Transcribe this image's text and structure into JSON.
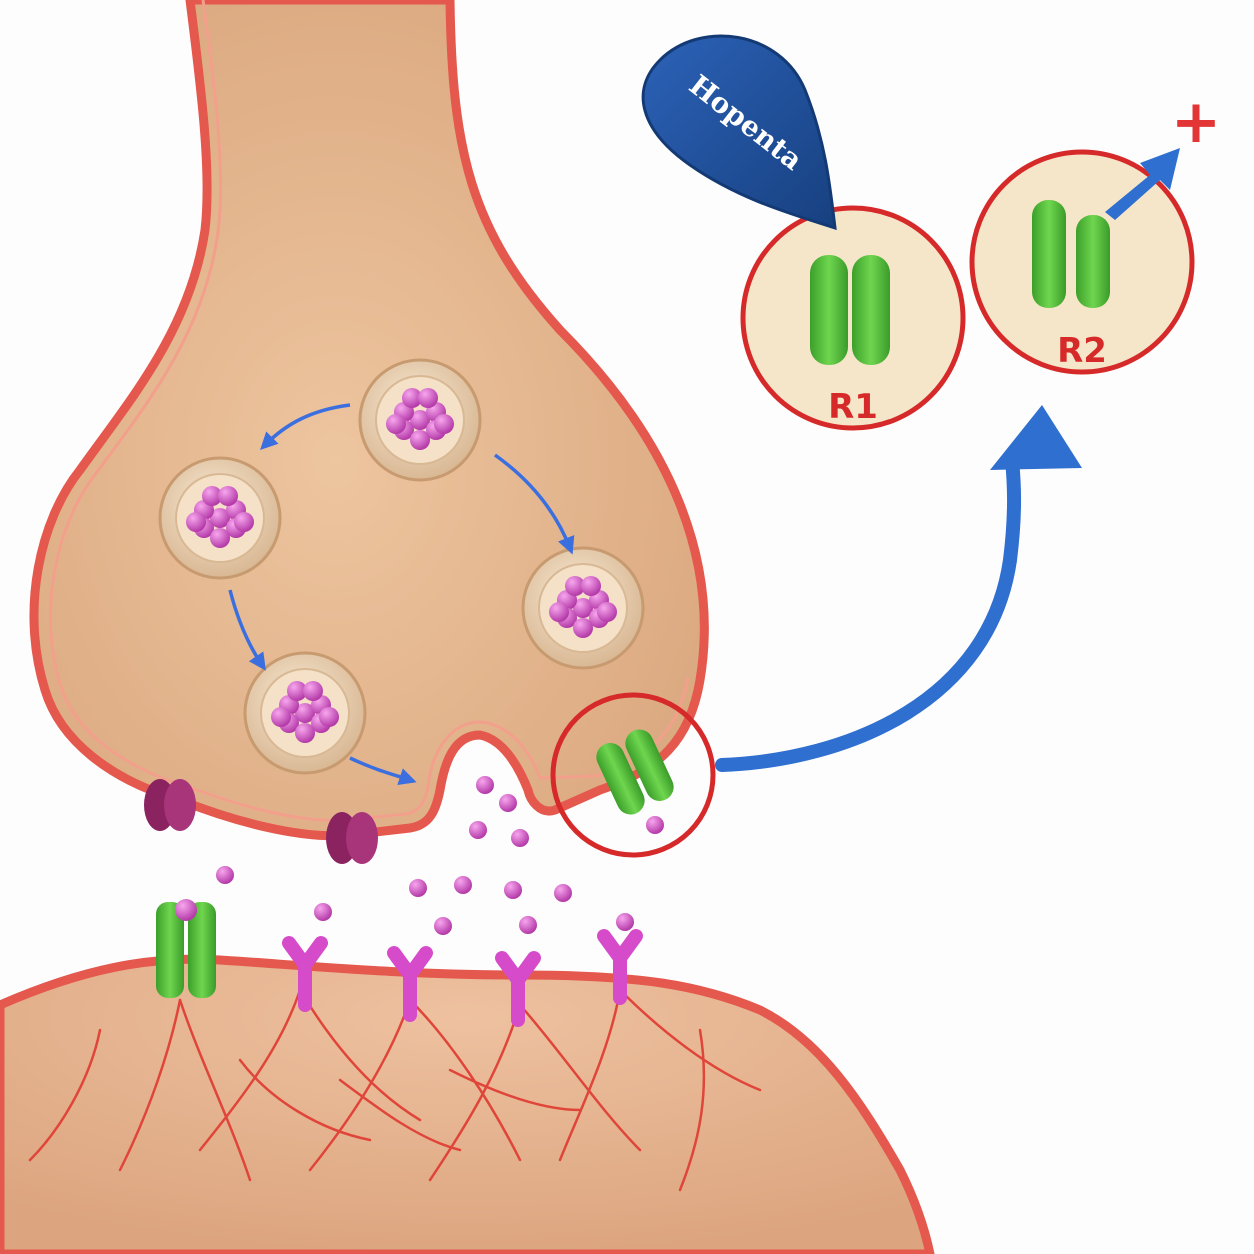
{
  "brand_label": "Hopenta",
  "receptor_labels": {
    "r1": "R1",
    "r2": "R2"
  },
  "plus_symbol": "+",
  "icons": [
    "vesicle",
    "calcium-channel",
    "autoreceptor",
    "postsynaptic-receptor",
    "ion-channel-receptor",
    "neurotransmitter-molecule",
    "brand-drop",
    "plus-icon",
    "up-arrow-icon"
  ],
  "colors": {
    "membrane": "#e4584e",
    "cytoplasm": "#e9bc96",
    "vesicle": "#f1d9bd",
    "neurotransmitter": "#d54bc9",
    "receptor_green": "#4fbf3a",
    "calcium_channel": "#8a2360",
    "arrow_blue": "#2f6fd0",
    "brand_blue": "#1f4f9e",
    "inset_fill": "#f6e6c9",
    "inset_ring": "#d62a2a",
    "plus_red": "#e33535"
  }
}
